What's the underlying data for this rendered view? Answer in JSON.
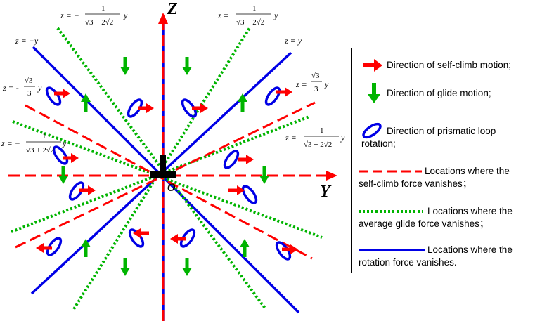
{
  "axes": {
    "z_label": "Z",
    "y_label": "Y",
    "origin_label": "O"
  },
  "equations": {
    "neg_inv_3m": "z = −",
    "pos_inv_3m": "z =",
    "neg_y": "z = −y",
    "pos_y": "z = y",
    "neg_sqrt3": "z = -",
    "pos_sqrt3": "z =",
    "neg_inv_3p": "z = −",
    "pos_inv_3p": "z =",
    "one": "1",
    "sqrt3": "√3",
    "three": "3",
    "den_minus": "√3 − 2√2",
    "den_plus": "√3 + 2√2",
    "y": "y"
  },
  "colors": {
    "red": "#ff0000",
    "green": "#00b400",
    "blue": "#0000e6",
    "black": "#000000"
  },
  "legend": {
    "self_climb_1": "Direction of self-climb motion;",
    "glide_1": "Direction of glide motion;",
    "loop_1": "Direction of prismatic loop",
    "loop_2": "rotation;",
    "climb_vanish_1": "Locations where the",
    "climb_vanish_2": "self-climb force vanishes；",
    "glide_vanish_1": "Locations where the",
    "glide_vanish_2": "average glide force vanishes；",
    "rot_vanish_1": "Locations where the",
    "rot_vanish_2": "rotation force  vanishes."
  }
}
